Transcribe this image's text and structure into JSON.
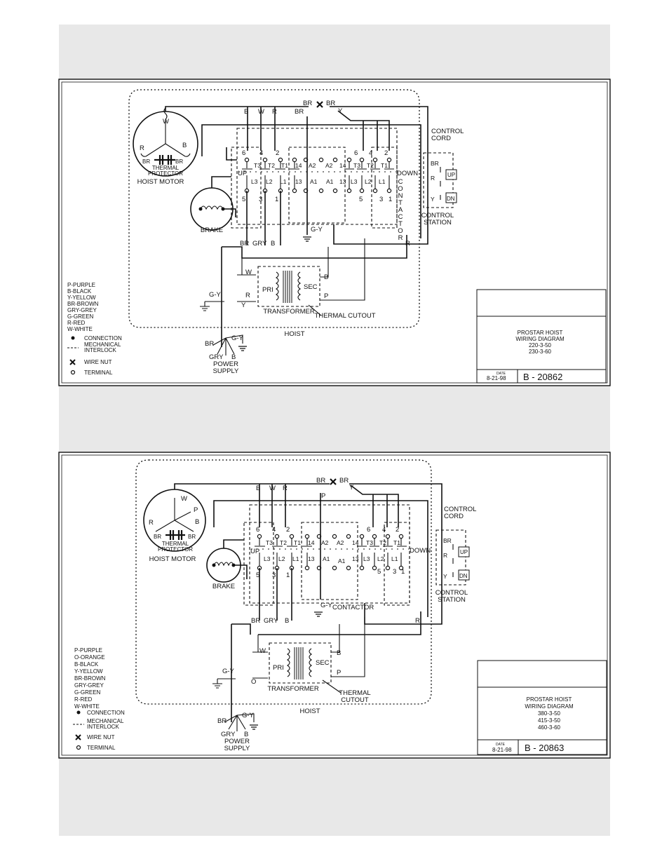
{
  "diagram1": {
    "colors": [
      "P-PURPLE",
      "B-BLACK",
      "Y-YELLOW",
      "BR-BROWN",
      "GRY-GREY",
      "G-GREEN",
      "R-RED",
      "W-WHITE"
    ],
    "legend_symbols": [
      "CONNECTION",
      "MECHANICAL INTERLOCK",
      "WIRE NUT",
      "TERMINAL"
    ],
    "hoist_motor": "HOIST MOTOR",
    "thermal_protector": "THERMAL PROTECTOR",
    "brake": "BRAKE",
    "contactor": "CONTACTOR",
    "transformer": "TRANSFORMER",
    "thermal_cutout": "THERMAL CUTOUT",
    "hoist": "HOIST",
    "power_supply": "POWER SUPPLY",
    "control_cord": "CONTROL CORD",
    "control_station": "CONTROL STATION",
    "up": "UP",
    "down": "DOWN",
    "dn": "DN",
    "pri": "PRI",
    "sec": "SEC",
    "title": [
      "PROSTAR HOIST",
      "WIRING DIAGRAM",
      "220-3-50",
      "230-3-60"
    ],
    "date_label": "DATE",
    "date": "8-21-98",
    "number": "B - 20862"
  },
  "diagram2": {
    "colors": [
      "P-PURPLE",
      "O-ORANGE",
      "B-BLACK",
      "Y-YELLOW",
      "BR-BROWN",
      "GRY-GREY",
      "G-GREEN",
      "R-RED",
      "W-WHITE"
    ],
    "legend_symbols": [
      "CONNECTION",
      "MECHANICAL INTERLOCK",
      "WIRE NUT",
      "TERMINAL"
    ],
    "hoist_motor": "HOIST MOTOR",
    "thermal_protector": "THERMAL PROTECTOR",
    "brake": "BRAKE",
    "contactor": "CONTACTOR",
    "transformer": "TRANSFORMER",
    "thermal_cutout": "THERMAL CUTOUT",
    "hoist": "HOIST",
    "power_supply": "POWER SUPPLY",
    "control_cord": "CONTROL CORD",
    "control_station": "CONTROL STATION",
    "up": "UP",
    "down": "DOWN",
    "dn": "DN",
    "pri": "PRI",
    "sec": "SEC",
    "title": [
      "PROSTAR HOIST",
      "WIRING DIAGRAM",
      "380-3-50",
      "415-3-50",
      "460-3-60"
    ],
    "date_label": "DATE",
    "date": "8-21-98",
    "number": "B - 20863"
  },
  "wire_labels": {
    "b": "B",
    "w": "W",
    "r": "R",
    "br": "BR",
    "y": "Y",
    "p": "P",
    "gry": "GRY",
    "gy": "G-Y",
    "o": "O"
  },
  "terminals": {
    "t3": "T3",
    "t2": "T2",
    "t1": "T1",
    "l3": "L3",
    "l2": "L2",
    "l1": "L1",
    "a1": "A1",
    "a2": "A2",
    "n13": "13",
    "n14": "14",
    "n1": "1",
    "n2": "2",
    "n3": "3",
    "n4": "4",
    "n5": "5",
    "n6": "6"
  }
}
